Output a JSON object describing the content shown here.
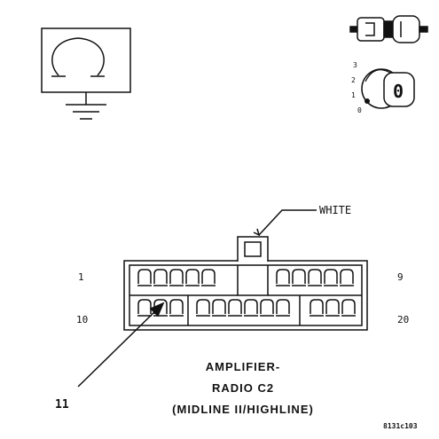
{
  "diagram": {
    "callout_color_label": "WHITE",
    "pin_first_top": "1",
    "pin_last_top": "9",
    "pin_first_bottom": "10",
    "pin_last_bottom": "20",
    "pointer_pin": "11",
    "title_line1": "AMPLIFIER-",
    "title_line2": "RADIO C2",
    "title_line3": "(MIDLINE II/HIGHLINE)",
    "figure_id": "8131c103",
    "ignition_positions": [
      "3",
      "2",
      "1",
      "0"
    ],
    "key_mark": "0"
  },
  "colors": {
    "ink": "#111111",
    "background": "#ffffff"
  },
  "icons": [
    "ground-symbol-icon",
    "connector-plug-icon",
    "ignition-key-icon"
  ]
}
